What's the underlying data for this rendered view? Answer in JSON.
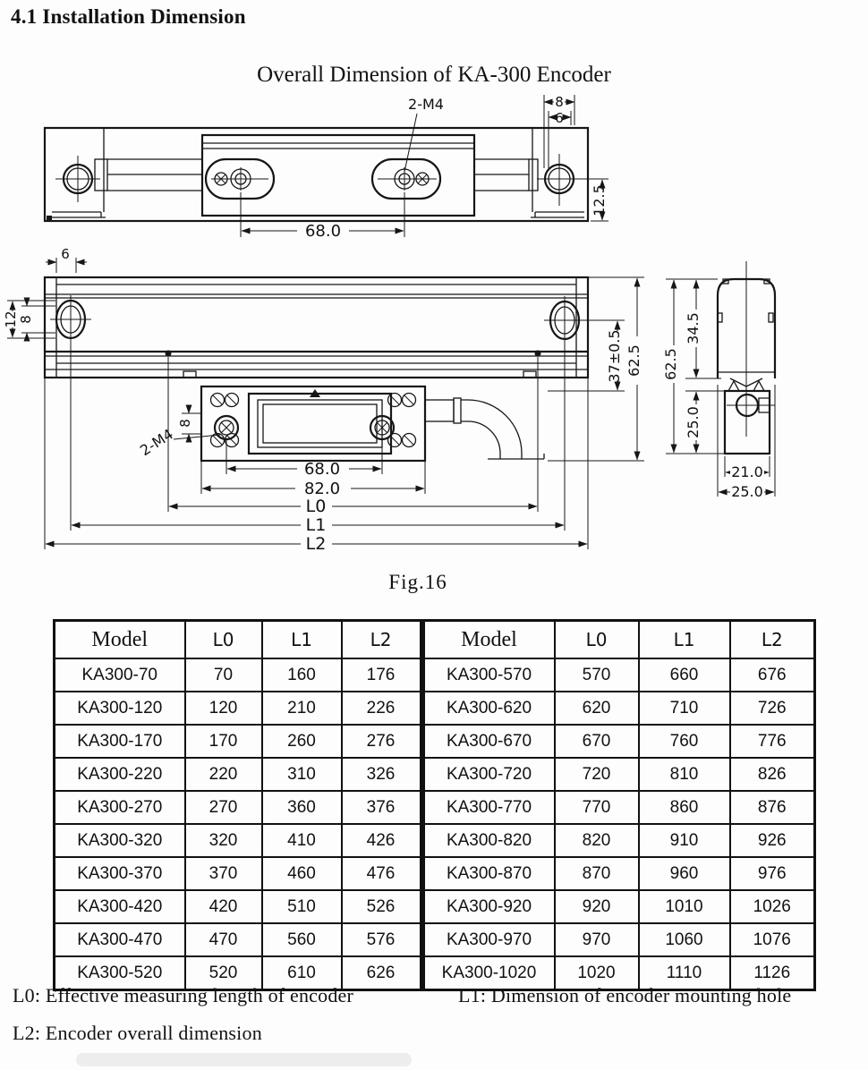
{
  "page": {
    "section_title": "4.1 Installation Dimension",
    "figure_title": "Overall Dimension of KA-300 Encoder",
    "figure_caption": "Fig.16"
  },
  "drawing": {
    "top": {
      "thread": "2-M4",
      "dim8": "8",
      "dim6": "6",
      "dim12_5": "12.5",
      "dim68": "68.0"
    },
    "front": {
      "dim6": "6",
      "dim12": "12",
      "dim8_hole": "8",
      "dim8_head": "8",
      "thread": "2-M4",
      "dim68": "68.0",
      "dim82": "82.0",
      "l0": "L0",
      "l1": "L1",
      "l2": "L2",
      "dim37": "37±0.5",
      "dim62_5": "62.5"
    },
    "side": {
      "dim34_5": "34.5",
      "dim62_5": "62.5",
      "dim25_v": "25.0",
      "dim21": "21.0",
      "dim25_h": "25.0"
    }
  },
  "table": {
    "headers": [
      "Model",
      "L0",
      "L1",
      "L2",
      "Model",
      "L0",
      "L1",
      "L2"
    ],
    "rows": [
      [
        "KA300-70",
        "70",
        "160",
        "176",
        "KA300-570",
        "570",
        "660",
        "676"
      ],
      [
        "KA300-120",
        "120",
        "210",
        "226",
        "KA300-620",
        "620",
        "710",
        "726"
      ],
      [
        "KA300-170",
        "170",
        "260",
        "276",
        "KA300-670",
        "670",
        "760",
        "776"
      ],
      [
        "KA300-220",
        "220",
        "310",
        "326",
        "KA300-720",
        "720",
        "810",
        "826"
      ],
      [
        "KA300-270",
        "270",
        "360",
        "376",
        "KA300-770",
        "770",
        "860",
        "876"
      ],
      [
        "KA300-320",
        "320",
        "410",
        "426",
        "KA300-820",
        "820",
        "910",
        "926"
      ],
      [
        "KA300-370",
        "370",
        "460",
        "476",
        "KA300-870",
        "870",
        "960",
        "976"
      ],
      [
        "KA300-420",
        "420",
        "510",
        "526",
        "KA300-920",
        "920",
        "1010",
        "1026"
      ],
      [
        "KA300-470",
        "470",
        "560",
        "576",
        "KA300-970",
        "970",
        "1060",
        "1076"
      ],
      [
        "KA300-520",
        "520",
        "610",
        "626",
        "KA300-1020",
        "1020",
        "1110",
        "1126"
      ]
    ]
  },
  "legend": {
    "l0": "L0: Effective measuring length of encoder",
    "l1": "L1: Dimension of encoder mounting hole",
    "l2": "L2: Encoder overall dimension"
  }
}
